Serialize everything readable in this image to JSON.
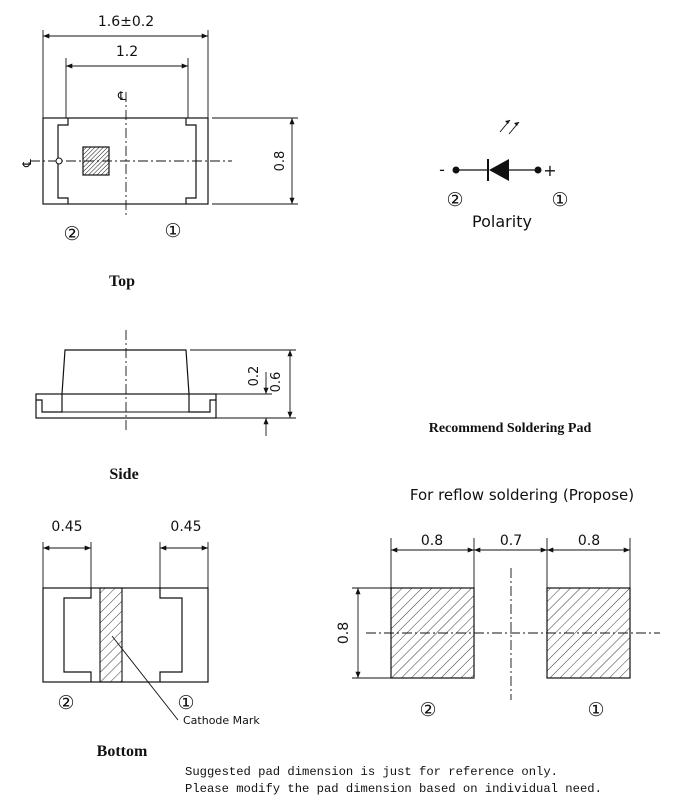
{
  "top_view": {
    "dim_total": "1.6±0.2",
    "dim_inner": "1.2",
    "dim_height": "0.8",
    "pin_2": "②",
    "pin_1": "①",
    "label": "Top"
  },
  "polarity": {
    "minus": "-",
    "plus": "+",
    "pin_2": "②",
    "pin_1": "①",
    "label": "Polarity"
  },
  "side_view": {
    "dim_pad": "0.2",
    "dim_height": "0.6",
    "label": "Side"
  },
  "bottom_view": {
    "dim_left": "0.45",
    "dim_right": "0.45",
    "pin_2": "②",
    "pin_1": "①",
    "cathode_label": "Cathode Mark",
    "label": "Bottom"
  },
  "soldering_pad": {
    "title": "Recommend Soldering Pad",
    "subtitle": "For reflow soldering (Propose)",
    "dim_left_pad": "0.8",
    "dim_gap": "0.7",
    "dim_right_pad": "0.8",
    "dim_height": "0.8",
    "pin_2": "②",
    "pin_1": "①"
  },
  "note": {
    "line1": "Suggested pad dimension is just for reference only.",
    "line2": "Please modify the pad dimension based on individual need."
  }
}
